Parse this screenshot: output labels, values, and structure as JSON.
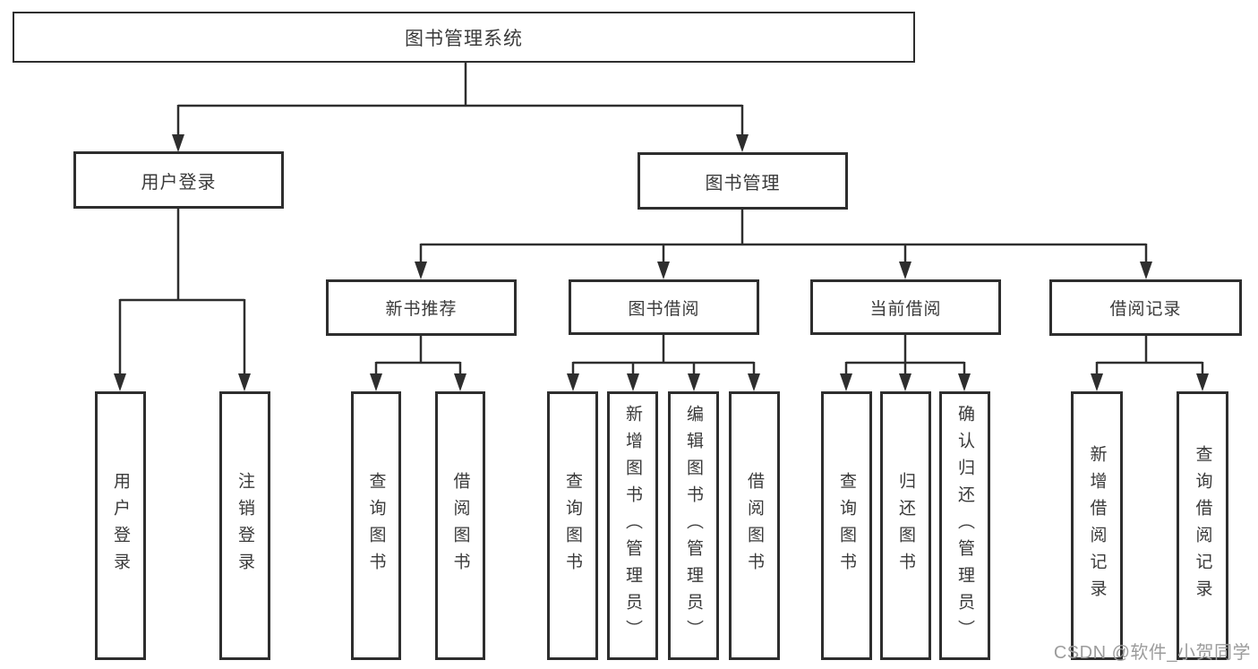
{
  "tree": {
    "root": {
      "label": "图书管理系统"
    },
    "branches": [
      {
        "label": "用户登录",
        "children": [
          {
            "label": "用户登录"
          },
          {
            "label": "注销登录"
          }
        ]
      },
      {
        "label": "图书管理",
        "children": [
          {
            "label": "新书推荐",
            "children": [
              {
                "label": "查询图书"
              },
              {
                "label": "借阅图书"
              }
            ]
          },
          {
            "label": "图书借阅",
            "children": [
              {
                "label": "查询图书"
              },
              {
                "label": "新增图书（管理员）"
              },
              {
                "label": "编辑图书（管理员）"
              },
              {
                "label": "借阅图书"
              }
            ]
          },
          {
            "label": "当前借阅",
            "children": [
              {
                "label": "查询图书"
              },
              {
                "label": "归还图书"
              },
              {
                "label": "确认归还（管理员）"
              }
            ]
          },
          {
            "label": "借阅记录",
            "children": [
              {
                "label": "新增借阅记录"
              },
              {
                "label": "查询借阅记录"
              }
            ]
          }
        ]
      }
    ]
  },
  "watermark": {
    "text": "CSDN @软件_小贺同学"
  },
  "colors": {
    "line": "#2e2e2e",
    "box_border": "#2e2e2e",
    "text": "#3a3a3a",
    "watermark": "#9c9c9c",
    "background": "#ffffff"
  }
}
